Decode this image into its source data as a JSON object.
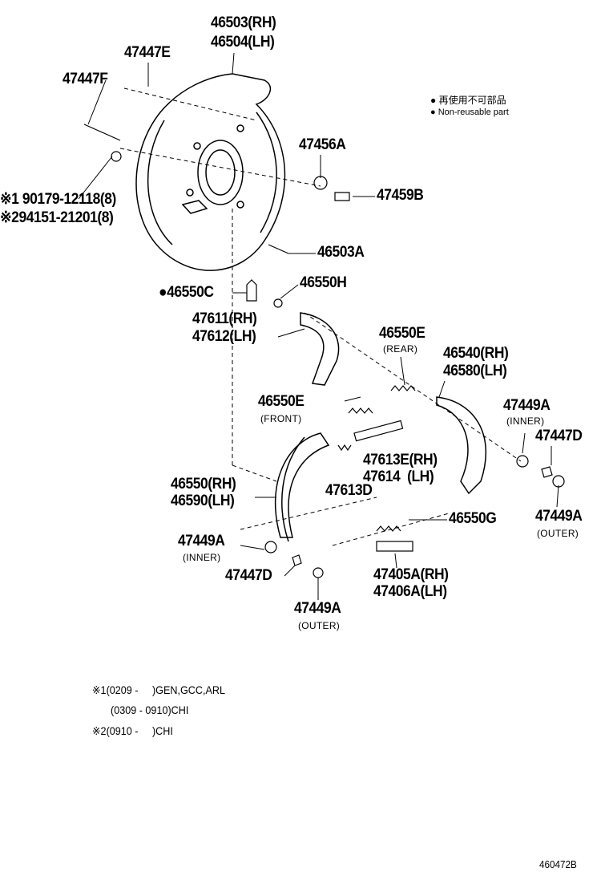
{
  "legend": {
    "jp": "● 再使用不可部品",
    "en": "● Non-reusable part"
  },
  "parts": {
    "p46503": "46503(RH)",
    "p46504": "46504(LH)",
    "p47447E": "47447E",
    "p47447F": "47447F",
    "p47456A": "47456A",
    "p47459B": "47459B",
    "p90179": "※1 90179-12118(8)",
    "p94151": "※294151-21201(8)",
    "p46503A": "46503A",
    "p46550C": "●46550C",
    "p46550H": "46550H",
    "p47611": "47611(RH)",
    "p47612": "47612(LH)",
    "p46550E_rear": "46550E",
    "rear": "(REAR)",
    "p46540": "46540(RH)",
    "p46580": "46580(LH)",
    "p46550E_front": "46550E",
    "front": "(FRONT)",
    "p47449A_inner_r": "47449A",
    "inner_r": "(INNER)",
    "p47447D_r": "47447D",
    "p47613E": "47613E(RH)",
    "p47614": "47614  (LH)",
    "p47613D": "47613D",
    "p46550": "46550(RH)",
    "p46590": "46590(LH)",
    "p46550G": "46550G",
    "p47449A_outer_r": "47449A",
    "outer_r": "(OUTER)",
    "p47449A_inner_l": "47449A",
    "inner_l": "(INNER)",
    "p47447D_l": "47447D",
    "p47405A": "47405A(RH)",
    "p47406A": "47406A(LH)",
    "p47449A_outer_l": "47449A",
    "outer_l": "(OUTER)"
  },
  "notes": [
    "※1(0209 -     )GEN,GCC,ARL",
    "(0309 - 0910)CHI",
    "※2(0910 -     )CHI"
  ],
  "figure_id": "460472B"
}
